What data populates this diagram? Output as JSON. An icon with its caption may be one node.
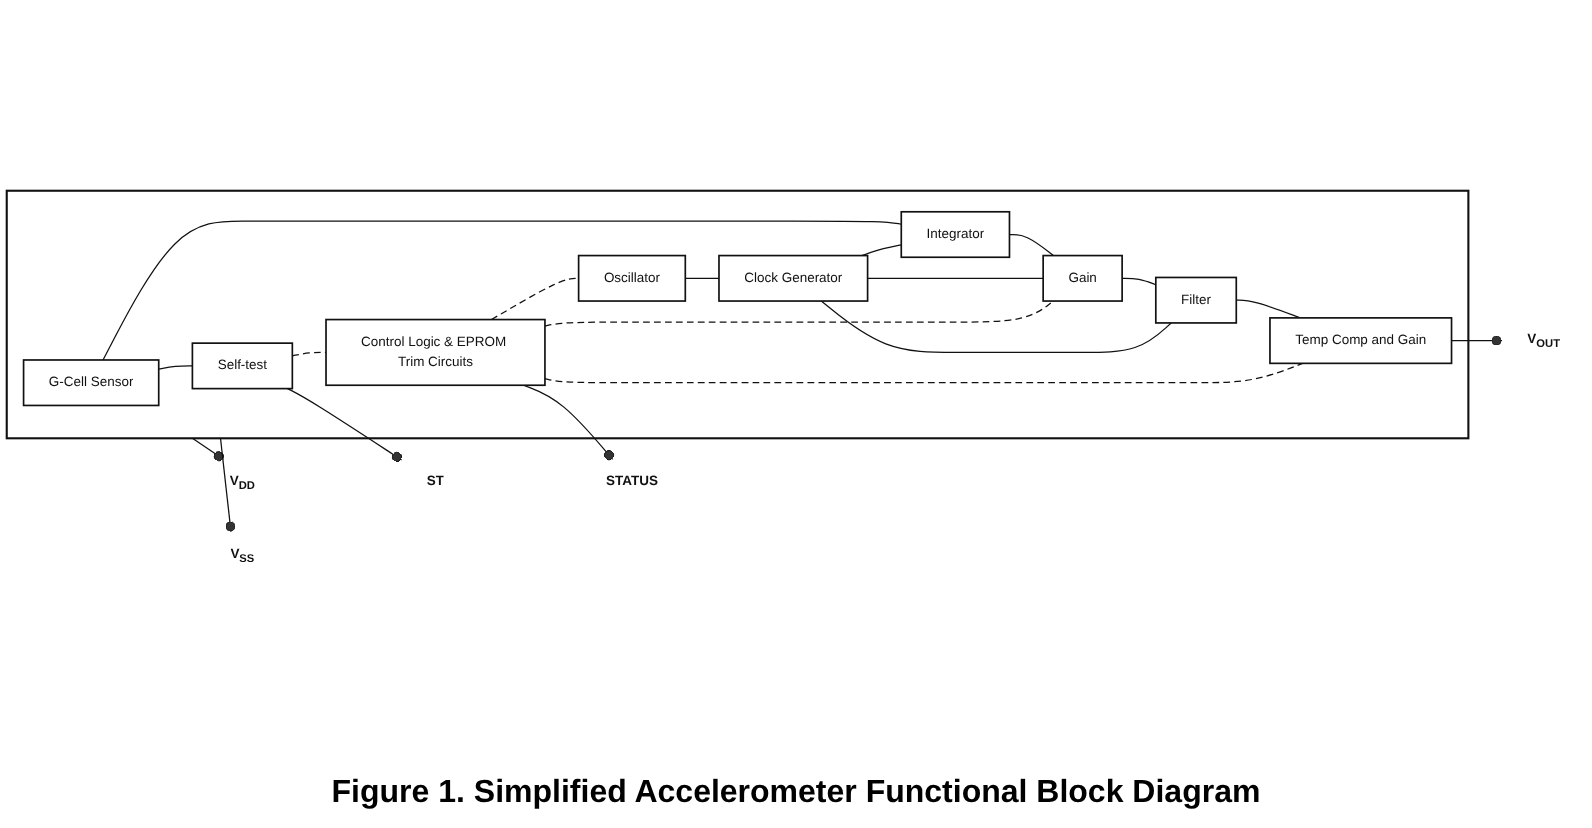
{
  "diagram": {
    "caption": "Figure 1. Simplified Accelerometer Functional Block Diagram",
    "nodes": [
      {
        "text": [],
        "shape": "box"
      },
      {
        "text": [
          "G-Cell Sensor"
        ],
        "in": 0
      },
      {
        "text": [
          "Integrator"
        ],
        "in": 0
      },
      {
        "text": [
          "Gain"
        ],
        "in": 0
      },
      {
        "text": [
          "Filter"
        ],
        "in": 0
      },
      {
        "text": [
          "Temp Comp and Gain"
        ],
        "in": 0
      },
      {
        "text": [
          "Self-test"
        ],
        "in": 0
      },
      {
        "text": [
          "Control Logic & EPROM Trim Circuits"
        ],
        "in": 0
      },
      {
        "text": [
          "Oscillator"
        ],
        "in": 0
      },
      {
        "text": [
          "Clock Generator"
        ],
        "in": 0
      },
      {
        "text": [
          "ST"
        ]
      },
      {
        "text": [
          "V$_{DD}$"
        ]
      },
      {
        "text": [
          "V$_{OUT}$"
        ]
      },
      {
        "text": [
          "V$_{SS}$"
        ]
      },
      {
        "text": [
          "STATUS"
        ]
      }
    ],
    "edges": [
      {
        "from": 1,
        "to": 2,
        "arrow": "none"
      },
      {
        "from": 2,
        "to": 3,
        "arrow": "none"
      },
      {
        "from": 3,
        "to": 4,
        "arrow": "none"
      },
      {
        "from": 4,
        "to": 5,
        "arrow": "none"
      },
      {
        "from": 1,
        "to": 6,
        "arrow": "none"
      },
      {
        "from": 6,
        "to": 10,
        "arrow": "other"
      },
      {
        "from": 6,
        "to": 7,
        "arrow": "none",
        "style": "dashed"
      },
      {
        "from": 7,
        "to": 8,
        "arrow": "none",
        "style": "dashed"
      },
      {
        "from": 8,
        "to": 9,
        "arrow": "none"
      },
      {
        "from": 9,
        "to": 2,
        "arrow": "none"
      },
      {
        "from": 9,
        "to": 3,
        "arrow": "none"
      },
      {
        "from": 9,
        "to": 4,
        "arrow": "none"
      },
      {
        "from": 7,
        "to": 3,
        "arrow": "none",
        "style": "dashed"
      },
      {
        "from": 7,
        "to": 5,
        "arrow": "none",
        "style": "dashed"
      },
      {
        "from": 5,
        "to": 12,
        "arrow": "other"
      },
      {
        "from": 0,
        "to": 11,
        "arrow": "other"
      },
      {
        "from": 0,
        "to": 13,
        "arrow": "other"
      },
      {
        "from": 7,
        "to": 14,
        "arrow": "other"
      }
    ]
  }
}
